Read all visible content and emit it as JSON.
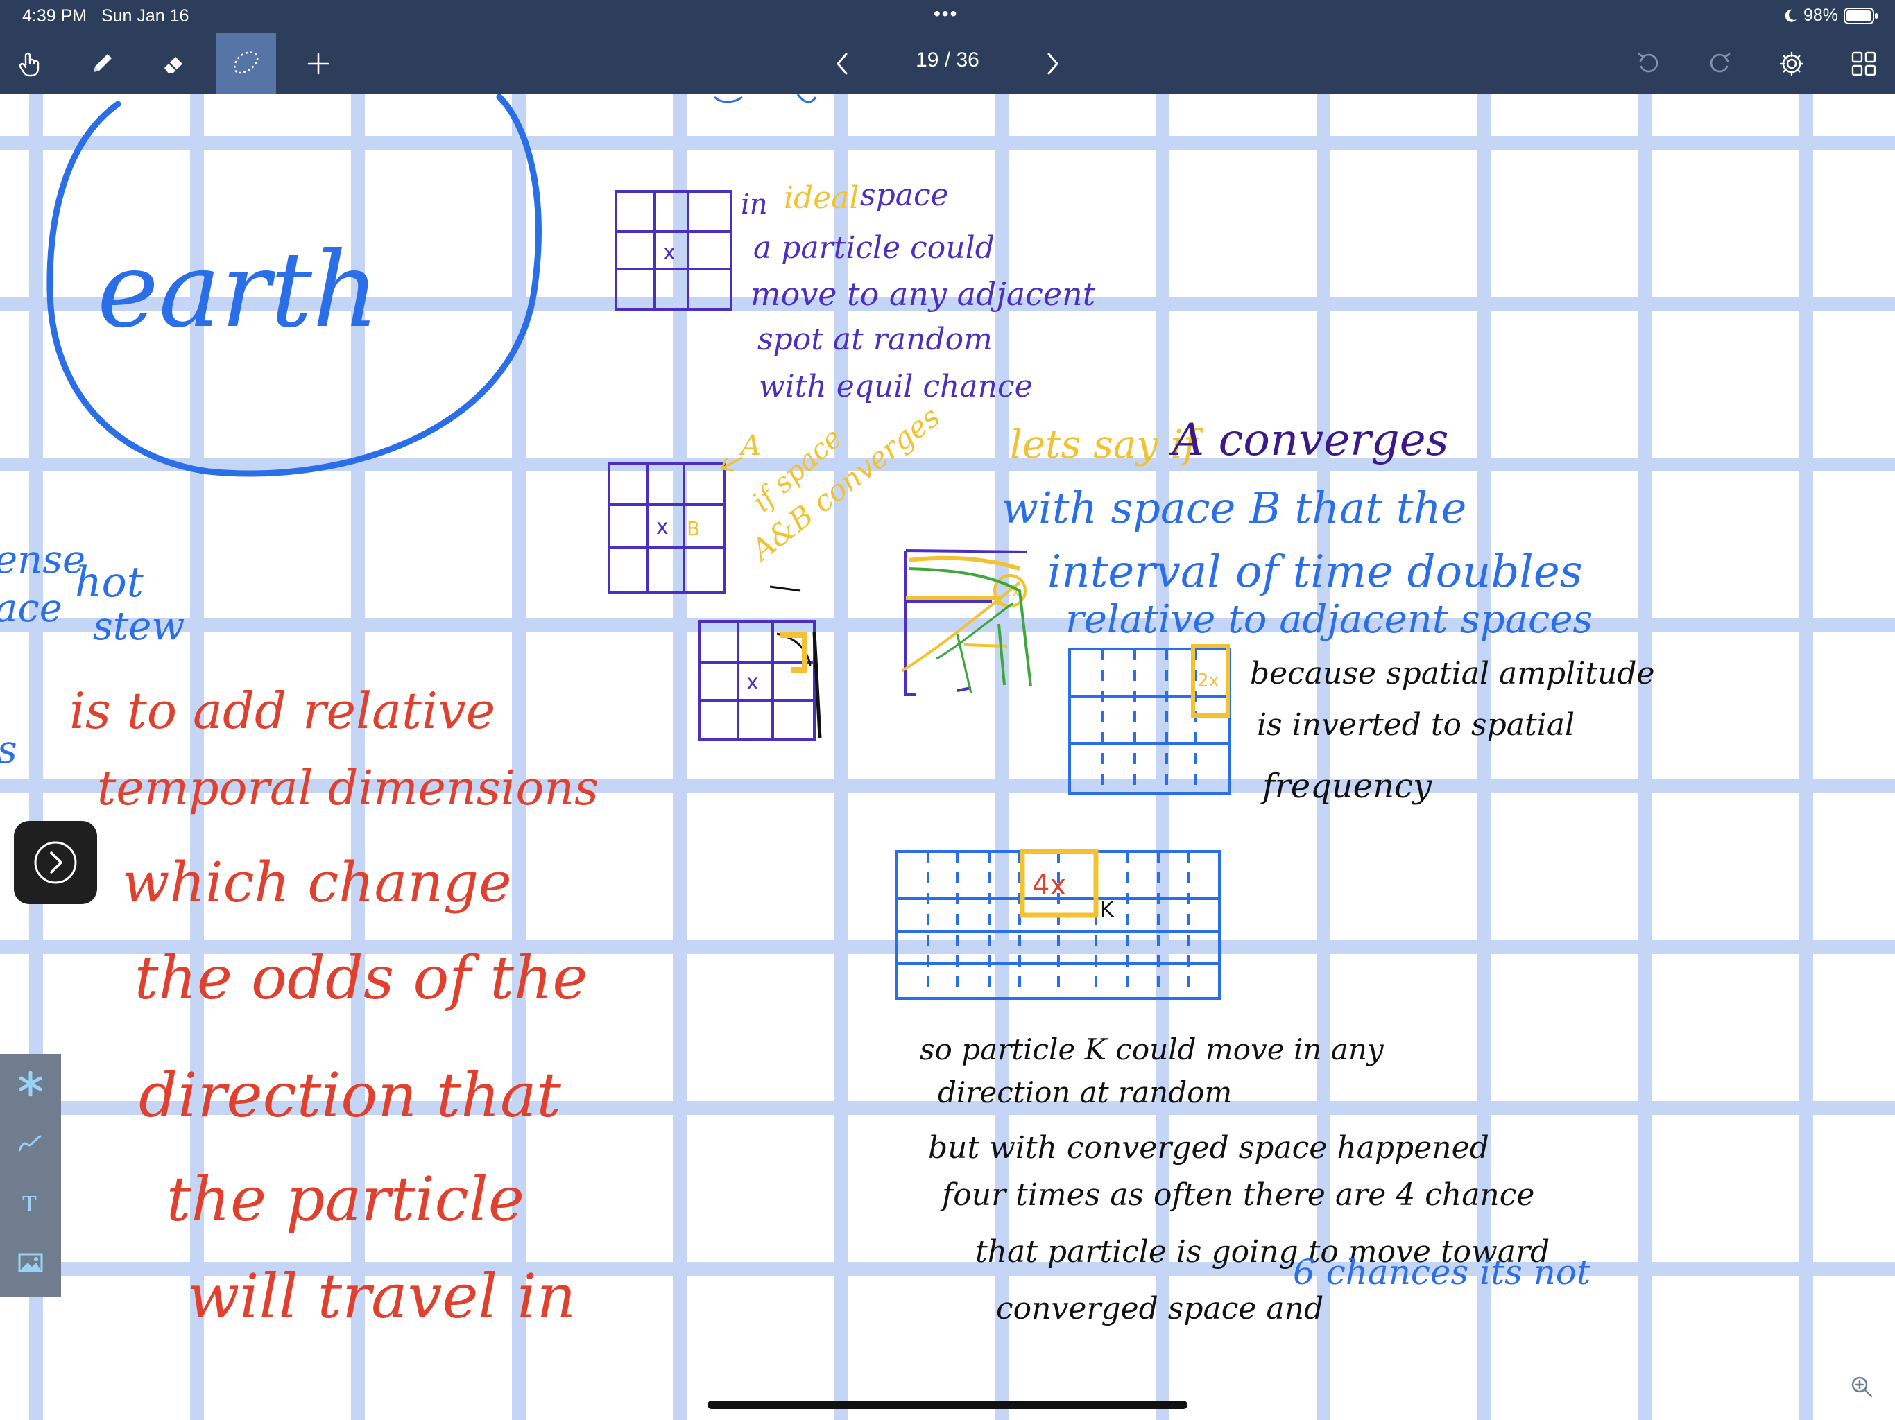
{
  "status": {
    "time": "4:39 PM",
    "date": "Sun Jan 16",
    "battery_percent": "98%",
    "battery_level": 0.98
  },
  "toolbar": {
    "page_indicator": "19 / 36",
    "active_tool": "lasso"
  },
  "colors": {
    "toolbar_bg": "#2c3e5b",
    "active_tool_bg": "#5674a6",
    "grid_line": "#c5d5f5",
    "ink_blue": "#2a6fe8",
    "ink_purple": "#4a2fc1",
    "ink_yellow": "#f2c230",
    "ink_red": "#e0412e",
    "ink_black": "#111111",
    "side_toolbar_bg": "#6f7d8e",
    "side_icon": "#9bd3f5"
  },
  "notes": {
    "earth": "earth",
    "ideal_space": {
      "l1_a": "in",
      "l1_b": "ideal",
      "l1_c": "space",
      "l2": "a particle could",
      "l3": "move to any adjacent",
      "l4": "spot at random",
      "l5": "with equil chance"
    },
    "converge_small": {
      "a_label": "A",
      "b_label": "B",
      "line1": "if space",
      "line2": "A&B converges"
    },
    "lets_say": {
      "l1_a": "lets say if",
      "l1_b": "A converges",
      "l2": "with space B that the",
      "l3": "interval of time doubles",
      "l4": "relative to adjacent spaces"
    },
    "because": {
      "l1": "because spatial amplitude",
      "l2": "is inverted to spatial",
      "l3": "frequency"
    },
    "grid_labels": {
      "two_x": "2x",
      "four_x": "4x",
      "k": "K",
      "x": "x"
    },
    "left_fragment": {
      "l1_a": "ense",
      "l1_b": "hot",
      "l2_a": "ace",
      "l2_b": "stew"
    },
    "red_text": {
      "l1": "is to add relative",
      "l2": "temporal dimensions",
      "l3": "which change",
      "l4": "the odds of the",
      "l5": "direction that",
      "l6": "the particle",
      "l7": "will travel in"
    },
    "particle_k": {
      "l1": "so particle K could move in any",
      "l2": "direction at random",
      "l3": "but with converged space happened",
      "l4": "four times as often there are 4 chance",
      "l5": "that particle is going to move toward",
      "l6_a": "converged space and",
      "l6_b": "6 chances its not"
    }
  }
}
